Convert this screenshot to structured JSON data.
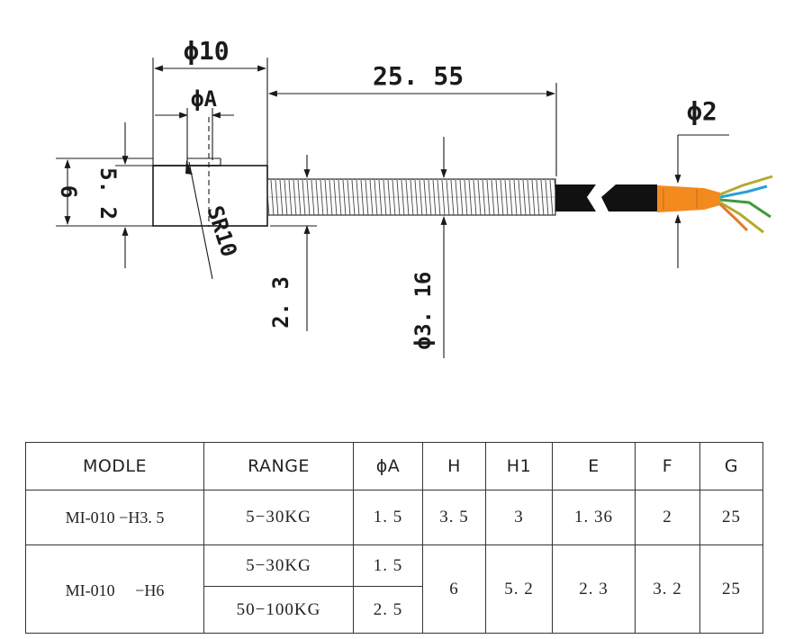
{
  "drawing": {
    "dims": {
      "phi10": "ϕ10",
      "phiA": "ϕA",
      "len": "25. 55",
      "phi2": "ϕ2",
      "six": "6",
      "five2": "5. 2",
      "sr10": "SR10",
      "two3": "2. 3",
      "phi316": "ϕ3. 16"
    },
    "colors": {
      "ink": "#1a1a1a",
      "sleeve": "#f28a1e",
      "cable": "#111111",
      "wire_green": "#3f9a3a",
      "wire_yellow": "#b5a92c",
      "wire_blue": "#2b9fd6",
      "wire_orange": "#e07a2a"
    }
  },
  "table": {
    "headers": [
      "MODLE",
      "RANGE",
      "ϕA",
      "H",
      "H1",
      "E",
      "F",
      "G"
    ],
    "row1": {
      "model": "MI-010 −H3. 5",
      "range": "5−30KG",
      "phiA": "1. 5",
      "H": "3. 5",
      "H1": "3",
      "E": "1. 36",
      "F": "2",
      "G": "25"
    },
    "row2": {
      "model": "MI-010 　−H6",
      "range_a": "5−30KG",
      "phiA_a": "1. 5",
      "range_b": "50−100KG",
      "phiA_b": "2. 5",
      "H": "6",
      "H1": "5. 2",
      "E": "2. 3",
      "F": "3. 2",
      "G": "25"
    }
  }
}
